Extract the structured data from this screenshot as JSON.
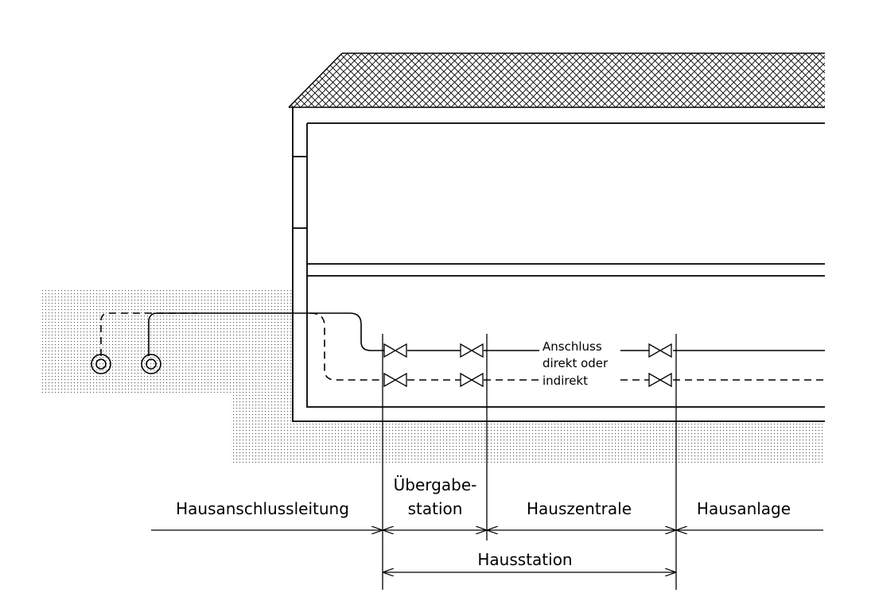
{
  "diagram": {
    "colors": {
      "line": "#000000",
      "ground_dot": "#555555",
      "background": "#ffffff"
    },
    "labels": {
      "anschluss_1": "Anschluss",
      "anschluss_2": "direkt oder",
      "anschluss_3": "indirekt",
      "hausanschlussleitung": "Hausanschlussleitung",
      "uebergabe_1": "Übergabe-",
      "uebergabe_2": "station",
      "hauszentrale": "Hauszentrale",
      "hausanlage": "Hausanlage",
      "hausstation": "Hausstation"
    }
  }
}
